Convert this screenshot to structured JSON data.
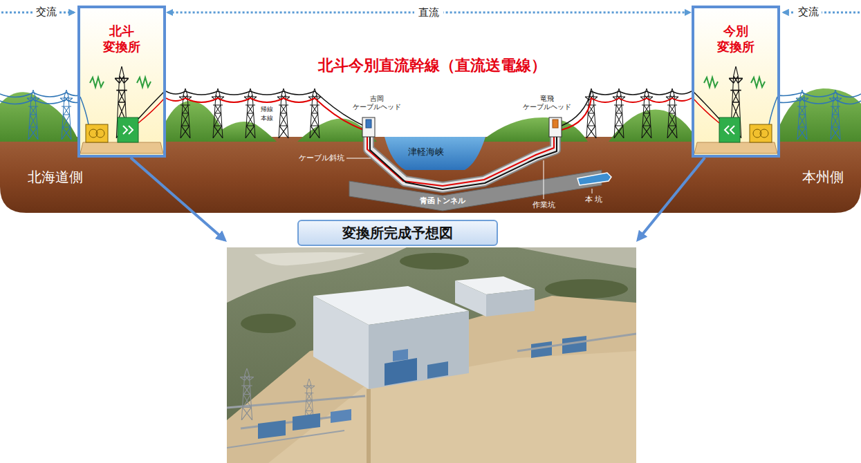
{
  "diagram": {
    "nodes": [
      {
        "text": [
          "北斗 変換所"
        ]
      },
      {
        "text": [
          "今別 変換所"
        ]
      },
      {
        "text": [
          "変換所完成予想図"
        ]
      }
    ],
    "edges": [
      {
        "from": 0,
        "to": 1,
        "arrow": "both",
        "label": "直流"
      },
      {
        "from": 0,
        "to": 2,
        "arrow": "to"
      },
      {
        "from": 1,
        "to": 2,
        "arrow": "to"
      }
    ],
    "labels": [
      "交流",
      "交流",
      "北斗今別直流幹線（直流送電線）",
      "吉岡 ケーブルヘッド",
      "竜飛 ケーブルヘッド",
      "帰線",
      "本線",
      "津軽海峡",
      "ケーブル斜坑",
      "北海道側",
      "青函トンネル",
      "本州側",
      "作業坑",
      "本 坑"
    ]
  }
}
